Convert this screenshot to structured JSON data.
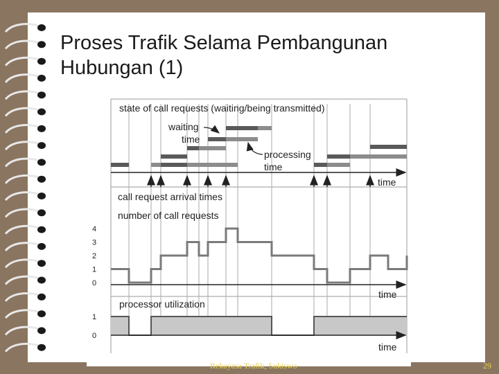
{
  "slide": {
    "title_line1": "Proses Trafik Selama Pembangunan",
    "title_line2": "Hubungan (1)",
    "footer": "Rekayasa Trafik, Sukiswo",
    "page_number": "29"
  },
  "diagram": {
    "state_label": "state of call requests (waiting/being transmitted)",
    "waiting_label_1": "waiting",
    "waiting_label_2": "time",
    "processing_label_1": "processing",
    "processing_label_2": "time",
    "time_label_1": "time",
    "arrivals_label": "call request arrival times",
    "number_label": "number of call requests",
    "time_label_2": "time",
    "utilization_label": "processor utilization",
    "time_label_3": "time",
    "count_ticks": [
      "0",
      "1",
      "2",
      "3",
      "4"
    ],
    "util_ticks": [
      "0",
      "1"
    ],
    "count_levels": [
      1,
      0,
      1,
      2,
      3,
      2,
      3,
      4,
      3,
      2,
      1,
      0,
      1,
      2,
      1,
      2
    ],
    "utilization_levels": [
      1,
      0,
      1,
      0,
      1
    ]
  },
  "colors": {
    "background": "#8a7560",
    "slide": "#ffffff",
    "footer_text": "#e8d24a",
    "waiting_bar": "#8c8c8c",
    "processing_bar": "#5a5a5a",
    "utilization_fill": "#c8c8c8"
  }
}
